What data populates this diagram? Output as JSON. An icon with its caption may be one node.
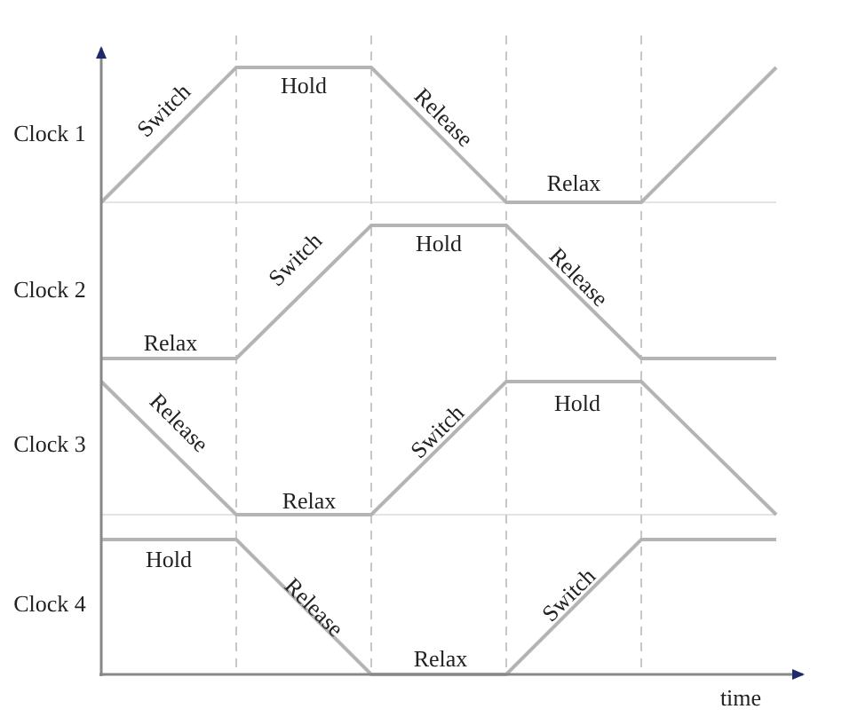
{
  "diagram": {
    "labels": [
      "Clock 1",
      "Switch",
      "Hold",
      "Release",
      "Relax",
      "Clock 2",
      "Relax",
      "Switch",
      "Hold",
      "Release",
      "Clock 3",
      "Release",
      "Relax",
      "Switch",
      "Hold",
      "Clock 4",
      "Hold",
      "Release",
      "Relax",
      "Switch",
      "time"
    ]
  }
}
